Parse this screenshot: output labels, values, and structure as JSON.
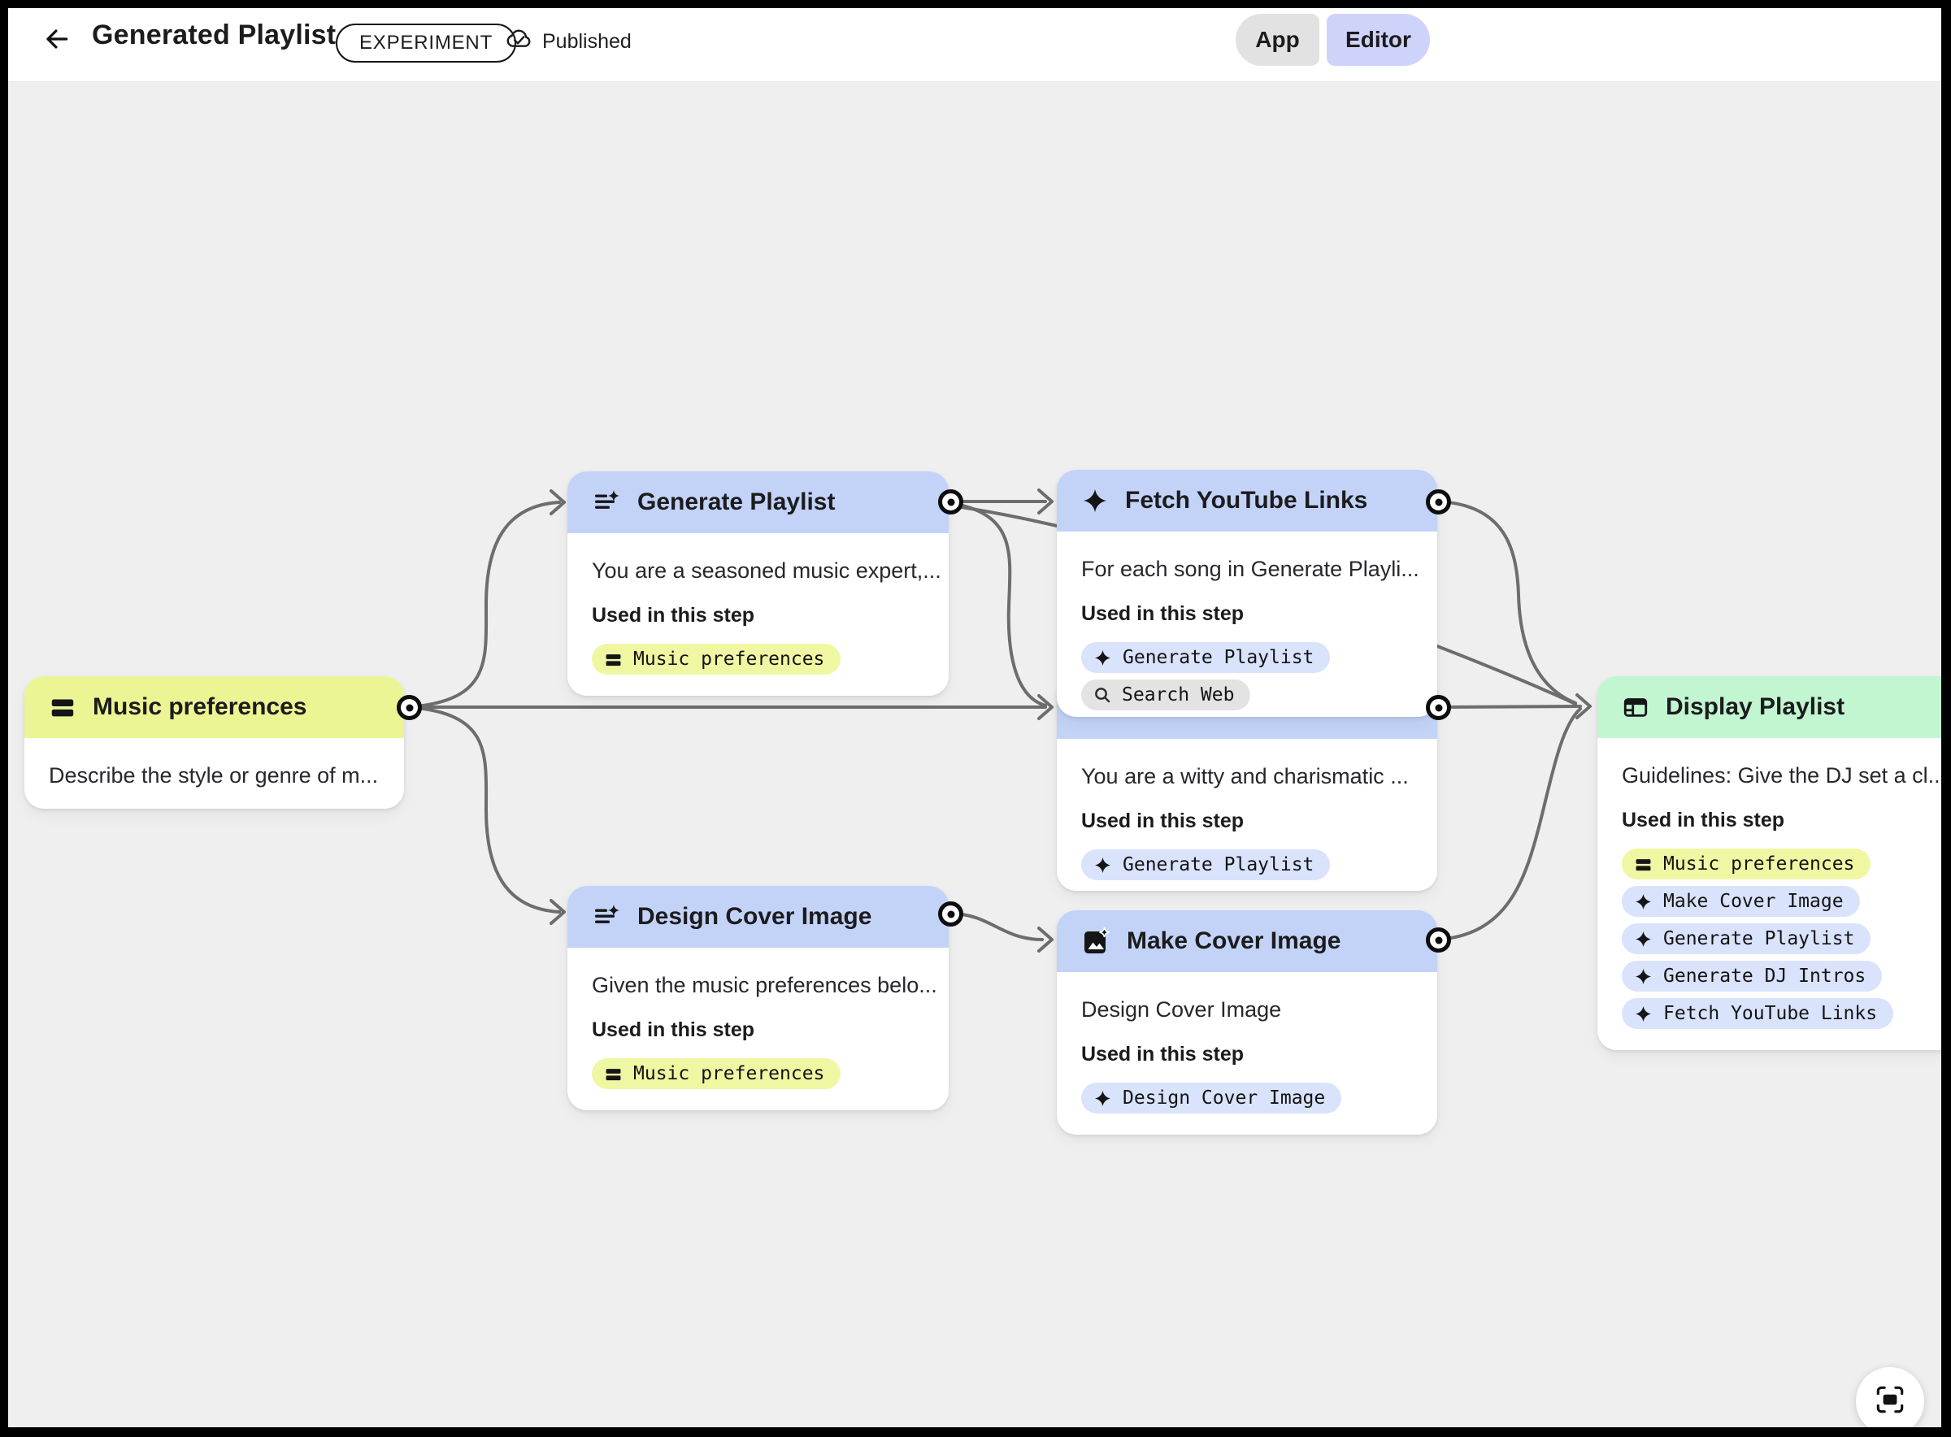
{
  "header": {
    "title": "Generated Playlist",
    "badge": "EXPERIMENT",
    "status": "Published",
    "nav": {
      "app": "App",
      "editor": "Editor"
    }
  },
  "canvas": {
    "labels": {
      "used": "Used in this step"
    },
    "nodes": {
      "music_preferences": {
        "title": "Music preferences",
        "body": "Describe the style or genre of m...",
        "header_color": "#ebf593"
      },
      "generate_playlist": {
        "title": "Generate Playlist",
        "body": "You are a seasoned music expert,...",
        "header_color": "#c3d3f8",
        "chips": [
          {
            "label": "Music preferences",
            "kind": "context"
          }
        ]
      },
      "generate_dj_intros": {
        "body": "You are a witty and charismatic ...",
        "header_color": "#c3d3f8",
        "chips": [
          {
            "label": "Generate Playlist",
            "kind": "step"
          }
        ]
      },
      "fetch_youtube_links": {
        "title": "Fetch YouTube Links",
        "body": "For each song in Generate Playli...",
        "header_color": "#c3d3f8",
        "chips": [
          {
            "label": "Generate Playlist",
            "kind": "step"
          },
          {
            "label": "Search Web",
            "kind": "tool"
          }
        ]
      },
      "design_cover_image": {
        "title": "Design Cover Image",
        "body": "Given the music preferences belo...",
        "header_color": "#c3d3f8",
        "chips": [
          {
            "label": "Music preferences",
            "kind": "context"
          }
        ]
      },
      "make_cover_image": {
        "title": "Make Cover Image",
        "body": "Design Cover Image",
        "header_color": "#c3d3f8",
        "chips": [
          {
            "label": "Design Cover Image",
            "kind": "step"
          }
        ]
      },
      "display_playlist": {
        "title": "Display Playlist",
        "body": "Guidelines: Give the DJ set a cl...",
        "header_color": "#c2f6d1",
        "chips": [
          {
            "label": "Music preferences",
            "kind": "context"
          },
          {
            "label": "Make Cover Image",
            "kind": "step"
          },
          {
            "label": "Generate Playlist",
            "kind": "step"
          },
          {
            "label": "Generate DJ Intros",
            "kind": "step"
          },
          {
            "label": "Fetch YouTube Links",
            "kind": "step"
          }
        ]
      }
    },
    "edges": [
      {
        "from": "music_preferences",
        "to": "generate_playlist"
      },
      {
        "from": "music_preferences",
        "to": "generate_dj_intros"
      },
      {
        "from": "music_preferences",
        "to": "design_cover_image"
      },
      {
        "from": "generate_playlist",
        "to": "fetch_youtube_links"
      },
      {
        "from": "generate_playlist",
        "to": "generate_dj_intros"
      },
      {
        "from": "generate_playlist",
        "to": "display_playlist"
      },
      {
        "from": "fetch_youtube_links",
        "to": "display_playlist"
      },
      {
        "from": "generate_dj_intros",
        "to": "display_playlist"
      },
      {
        "from": "make_cover_image",
        "to": "display_playlist"
      },
      {
        "from": "design_cover_image",
        "to": "make_cover_image"
      }
    ],
    "colors": {
      "canvas_bg": "#efeff0",
      "node_header_lavender": "#c3d3f8",
      "node_header_yellow": "#ebf593",
      "node_header_mint": "#c2f6d1",
      "chip_yellow": "#eff7a3",
      "chip_lavender": "#d9e3fb",
      "chip_gray": "#e3e3e3",
      "edge_line": "#6d6d6d",
      "editor_button": "#ced3f9",
      "app_button": "#e2e2e2"
    }
  }
}
